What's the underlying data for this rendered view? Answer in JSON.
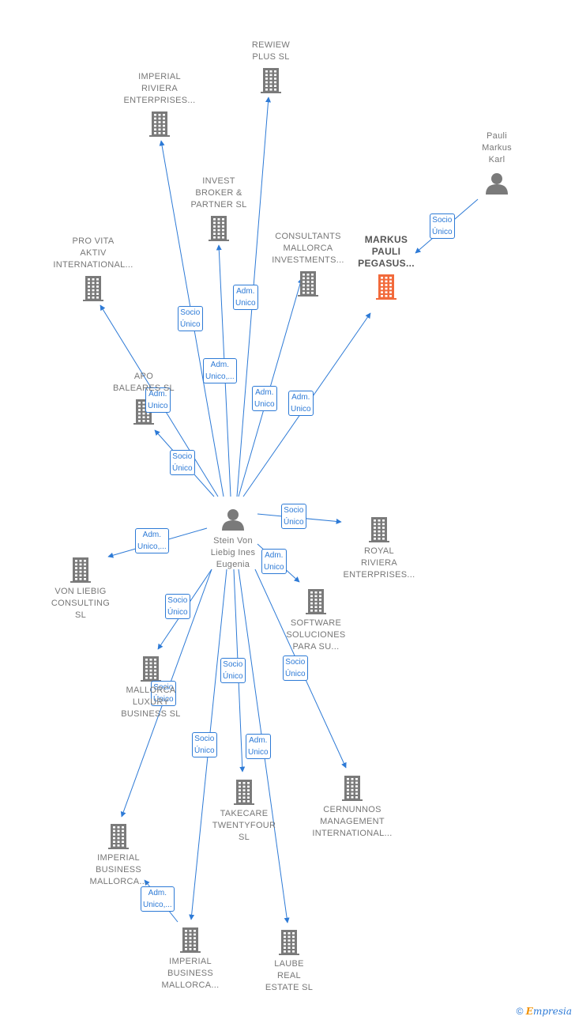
{
  "colors": {
    "edge": "#2d7ad6",
    "company": "#7a7a7a",
    "highlight": "#f26a3b",
    "person": "#7a7a7a"
  },
  "nodes": [
    {
      "id": "center",
      "type": "person",
      "label": "Stein Von\nLiebig Ines\nEugenia",
      "icon": "person-icon"
    },
    {
      "id": "pauli",
      "type": "person",
      "label": "Pauli\nMarkus\nKarl",
      "icon": "person-icon"
    },
    {
      "id": "markus",
      "type": "company",
      "highlight": true,
      "label": "MARKUS\nPAULI\nPEGASUS...",
      "icon": "building-icon"
    },
    {
      "id": "rewiew",
      "type": "company",
      "label": "REWIEW\nPLUS  SL",
      "icon": "building-icon"
    },
    {
      "id": "imperial_riviera",
      "type": "company",
      "label": "IMPERIAL\nRIVIERA\nENTERPRISES...",
      "icon": "building-icon"
    },
    {
      "id": "invest",
      "type": "company",
      "label": "INVEST\nBROKER &\nPARTNER  SL",
      "icon": "building-icon"
    },
    {
      "id": "consultants",
      "type": "company",
      "label": "CONSULTANTS\nMALLORCA\nINVESTMENTS...",
      "icon": "building-icon"
    },
    {
      "id": "provita",
      "type": "company",
      "label": "PRO VITA\nAKTIV\nINTERNATIONAL...",
      "icon": "building-icon"
    },
    {
      "id": "apo",
      "type": "company",
      "label": "APO\nBALEARES  SL",
      "icon": "building-icon"
    },
    {
      "id": "royal",
      "type": "company",
      "label": "ROYAL\nRIVIERA\nENTERPRISES...",
      "icon": "building-icon"
    },
    {
      "id": "vonliebig",
      "type": "company",
      "label": "VON LIEBIG\nCONSULTING\nSL",
      "icon": "building-icon"
    },
    {
      "id": "software",
      "type": "company",
      "label": "SOFTWARE\nSOLUCIONES\nPARA SU...",
      "icon": "building-icon"
    },
    {
      "id": "mallorca_lux",
      "type": "company",
      "label": "MALLORCA\nLUXURY\nBUSINESS  SL",
      "icon": "building-icon"
    },
    {
      "id": "takecare",
      "type": "company",
      "label": "TAKECARE\nTWENTYFOUR\nSL",
      "icon": "building-icon"
    },
    {
      "id": "cernunnos",
      "type": "company",
      "label": "CERNUNNOS\nMANAGEMENT\nINTERNATIONAL...",
      "icon": "building-icon"
    },
    {
      "id": "imp_bus_1",
      "type": "company",
      "label": "IMPERIAL\nBUSINESS\nMALLORCA...",
      "icon": "building-icon"
    },
    {
      "id": "imp_bus_2",
      "type": "company",
      "label": "IMPERIAL\nBUSINESS\nMALLORCA...",
      "icon": "building-icon"
    },
    {
      "id": "laube",
      "type": "company",
      "label": "LAUBE\nREAL\nESTATE  SL",
      "icon": "building-icon"
    }
  ],
  "edges": [
    {
      "from": "pauli",
      "to": "markus",
      "label": "Socio\nÚnico"
    },
    {
      "from": "center",
      "to": "rewiew",
      "label": "Adm.\nUnico"
    },
    {
      "from": "center",
      "to": "imperial_riviera",
      "label": "Socio\nÚnico"
    },
    {
      "from": "center",
      "to": "invest",
      "label": "Adm.\nUnico,..."
    },
    {
      "from": "center",
      "to": "consultants",
      "label": "Adm.\nUnico"
    },
    {
      "from": "center",
      "to": "markus",
      "label": "Adm.\nUnico"
    },
    {
      "from": "center",
      "to": "provita",
      "label": "Adm.\nUnico"
    },
    {
      "from": "center",
      "to": "apo",
      "label": "Socio\nÚnico"
    },
    {
      "from": "center",
      "to": "royal",
      "label": "Socio\nÚnico"
    },
    {
      "from": "center",
      "to": "vonliebig",
      "label": "Adm.\nUnico,..."
    },
    {
      "from": "center",
      "to": "software",
      "label": "Adm.\nUnico"
    },
    {
      "from": "center",
      "to": "mallorca_lux",
      "label": "Socio\nÚnico"
    },
    {
      "from": "center",
      "to": "imp_bus_1",
      "label": "Socio\nÚnico"
    },
    {
      "from": "center",
      "to": "takecare",
      "label": "Socio\nÚnico"
    },
    {
      "from": "center",
      "to": "cernunnos",
      "label": "Socio\nÚnico"
    },
    {
      "from": "center",
      "to": "imp_bus_2",
      "label": "Socio\nÚnico"
    },
    {
      "from": "center",
      "to": "laube",
      "label": "Adm.\nUnico"
    },
    {
      "from": "imp_bus_2",
      "to": "imp_bus_1",
      "label": "Adm.\nUnico,..."
    }
  ],
  "footer": {
    "copyright": "©",
    "brand_initial": "E",
    "brand_rest": "mpresia"
  }
}
